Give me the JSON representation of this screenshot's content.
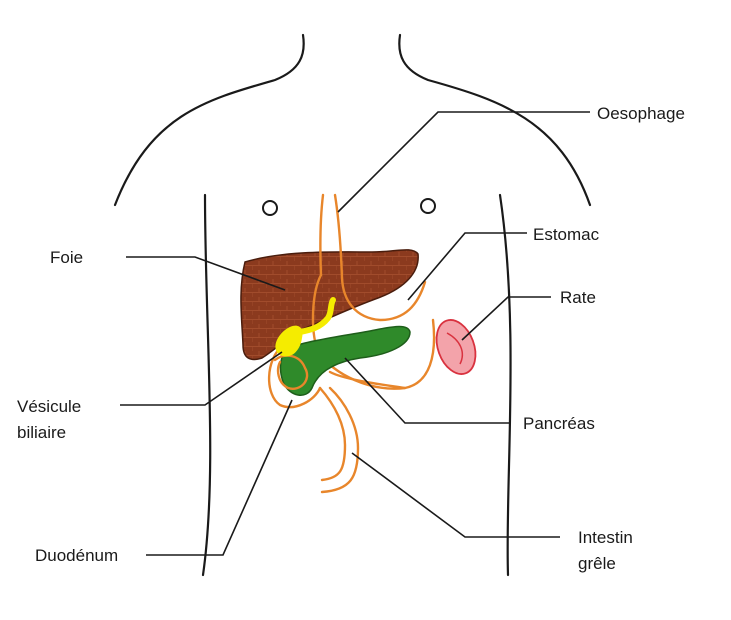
{
  "labels": {
    "oesophage": "Oesophage",
    "estomac": "Estomac",
    "foie": "Foie",
    "rate": "Rate",
    "vesicule_line1": "Vésicule",
    "vesicule_line2": "biliaire",
    "pancreas": "Pancréas",
    "duodenum": "Duodénum",
    "intestin_line1": "Intestin",
    "intestin_line2": "grêle"
  },
  "colors": {
    "outline": "#1a1a1a",
    "liver": "#8b3a1e",
    "liver_texture": "#a14c2c",
    "gallbladder": "#f5ec00",
    "pancreas": "#2f8a2a",
    "pancreas_outline": "#1e5e1a",
    "spleen": "#f3a3aa",
    "spleen_outline": "#d9323f",
    "digestive_tract": "#e8862b"
  }
}
